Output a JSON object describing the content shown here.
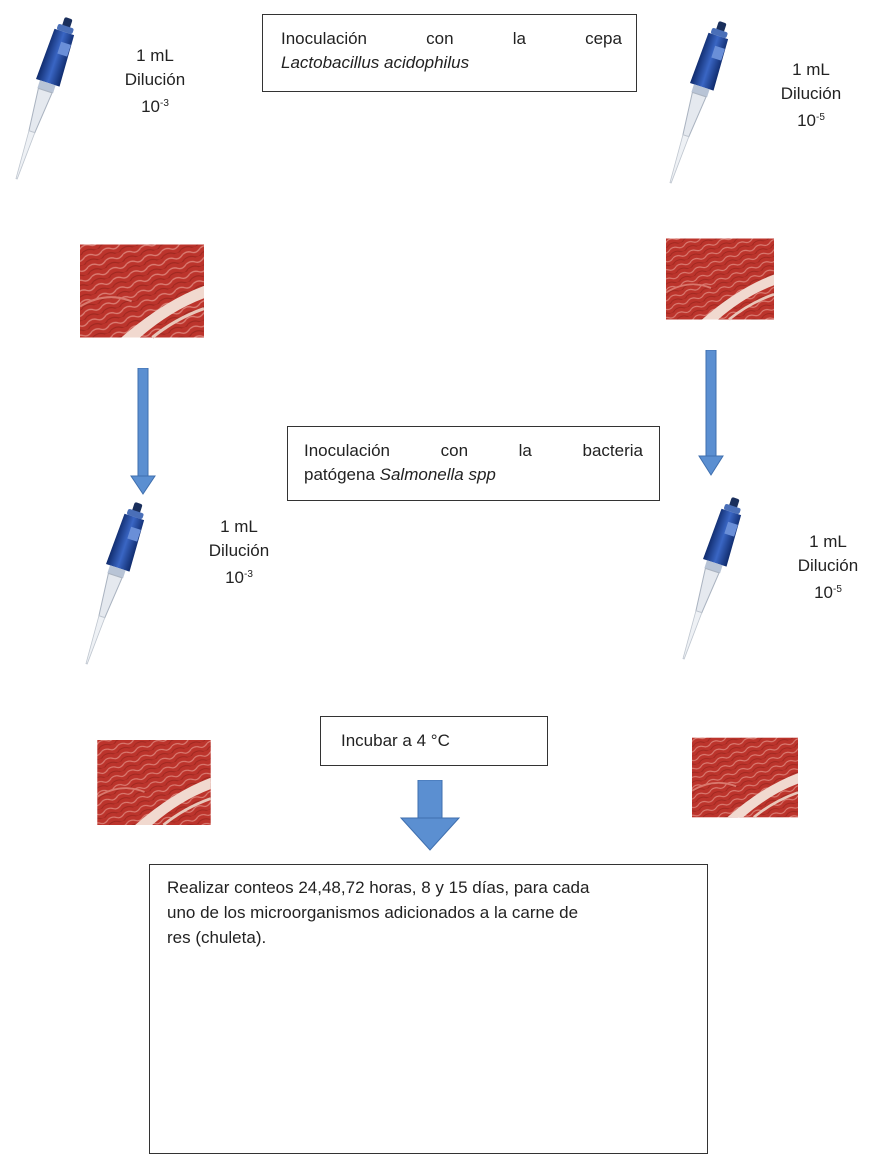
{
  "boxes": {
    "top": {
      "words": [
        "Inoculación",
        "con",
        "la",
        "cepa"
      ],
      "line2": "Lactobacillus acidophilus"
    },
    "middle": {
      "words": [
        "Inoculación",
        "con",
        "la",
        "bacteria"
      ],
      "line2_plain": "patógena ",
      "line2_italic": "Salmonella spp"
    },
    "incubate": {
      "text": "Incubar a 4 °C"
    },
    "bottom": {
      "line1": "Realizar conteos 24,48,72 horas, 8 y 15 días, para cada",
      "line2": "uno de los microorganismos adicionados a la carne de",
      "line3": "res (chuleta)."
    }
  },
  "labels": {
    "top_left": {
      "volume": "1 mL",
      "name": "Dilución",
      "base": "10",
      "exp": "-3"
    },
    "top_right": {
      "volume": "1 mL",
      "name": "Dilución",
      "base": "10",
      "exp": "-5"
    },
    "mid_left": {
      "volume": "1 mL",
      "name": "Dilución",
      "base": "10",
      "exp": "-3"
    },
    "mid_right": {
      "volume": "1 mL",
      "name": "Dilución",
      "base": "10",
      "exp": "-5"
    }
  },
  "colors": {
    "arrow": "#5b8fd1",
    "arrow_edge": "#3f6fae",
    "pipette_blue": "#1e3f8f",
    "meat": "#b8322a"
  },
  "icons": [
    "pipette-icon",
    "meat-steak-icon",
    "arrow-down-icon"
  ]
}
